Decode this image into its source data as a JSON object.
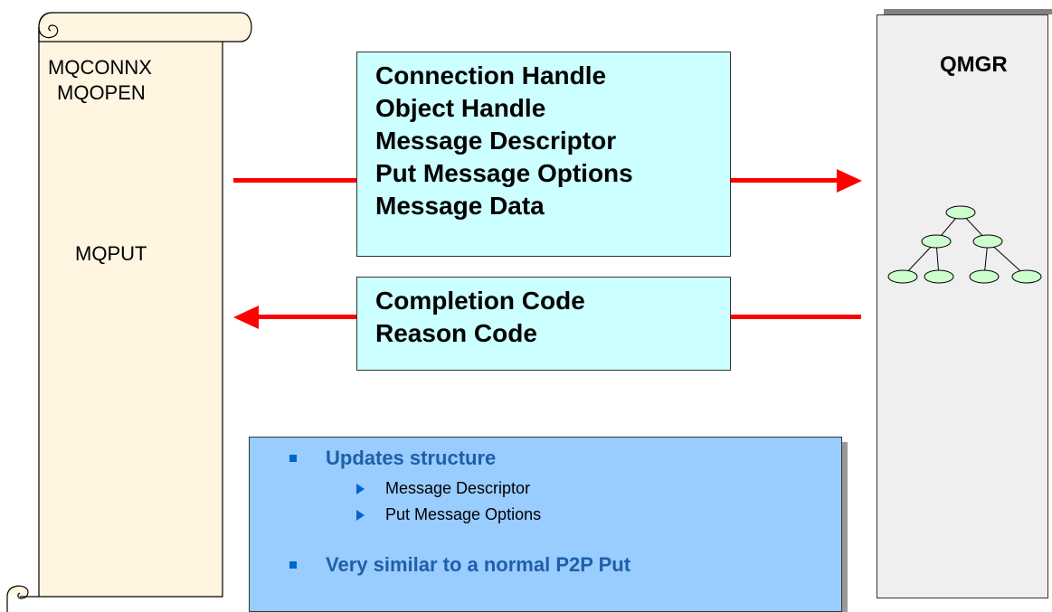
{
  "scroll": {
    "line1": "MQCONNX",
    "line2": "MQOPEN",
    "line3": "MQPUT"
  },
  "request_box": {
    "lines": [
      "Connection Handle",
      "Object Handle",
      "Message Descriptor",
      "Put Message Options",
      "Message Data"
    ]
  },
  "response_box": {
    "lines": [
      "Completion Code",
      "Reason Code"
    ]
  },
  "qmgr": {
    "title": "QMGR"
  },
  "notes": {
    "bullet1": "Updates structure",
    "sub1": "Message Descriptor",
    "sub2": "Put Message Options",
    "bullet2": "Very similar to a normal P2P Put"
  },
  "colors": {
    "arrow": "#ff0000",
    "cyan_box": "#ccffff",
    "notes_box": "#99ccff",
    "scroll": "#fff5e1",
    "tree_node": "#ccffcc"
  }
}
